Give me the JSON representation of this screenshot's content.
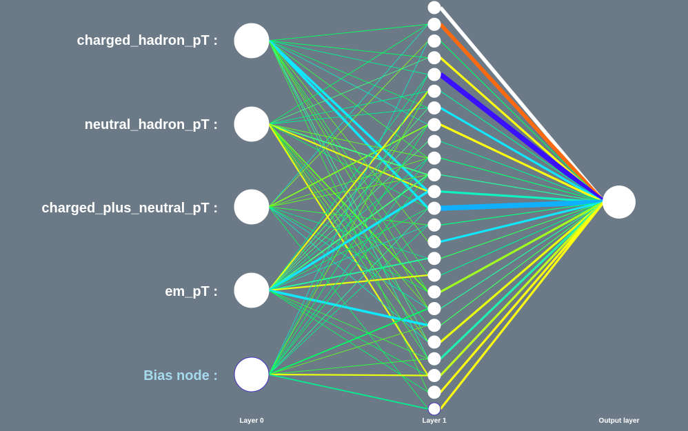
{
  "inputs": [
    {
      "label": "charged_hadron_pT :"
    },
    {
      "label": "neutral_hadron_pT :"
    },
    {
      "label": "charged_plus_neutral_pT :"
    },
    {
      "label": "em_pT :"
    },
    {
      "label": "Bias node :"
    }
  ],
  "layers": {
    "input": "Layer 0",
    "hidden": "Layer 1",
    "output": "Output layer"
  },
  "hidden_node_count": 25,
  "colors": {
    "background": "#6b7a86",
    "node": "#ffffff",
    "bias_label": "#a6d9ee",
    "label": "#ffffff"
  },
  "output_connections": [
    {
      "color": "#ffffff",
      "weight": "thick"
    },
    {
      "color": "#ff6a10",
      "weight": "thick"
    },
    {
      "color": "#00ff60",
      "weight": "thin"
    },
    {
      "color": "#ffff10",
      "weight": "medium"
    },
    {
      "color": "#3a10ff",
      "weight": "heavy"
    },
    {
      "color": "#00f0a0",
      "weight": "thin"
    },
    {
      "color": "#10e8ff",
      "weight": "medium"
    },
    {
      "color": "#ffff10",
      "weight": "medium"
    },
    {
      "color": "#00f090",
      "weight": "thin"
    },
    {
      "color": "#00ff70",
      "weight": "thin"
    },
    {
      "color": "#20ffa0",
      "weight": "thin"
    },
    {
      "color": "#10f0c0",
      "weight": "medium"
    },
    {
      "color": "#10b0ff",
      "weight": "heavy"
    },
    {
      "color": "#00ff80",
      "weight": "thin"
    },
    {
      "color": "#10e8ff",
      "weight": "medium"
    },
    {
      "color": "#30ff60",
      "weight": "thin"
    },
    {
      "color": "#00f090",
      "weight": "thin"
    },
    {
      "color": "#a0ff20",
      "weight": "medium"
    },
    {
      "color": "#20ffa0",
      "weight": "thin"
    },
    {
      "color": "#40ff60",
      "weight": "thin"
    },
    {
      "color": "#e8ff10",
      "weight": "medium"
    },
    {
      "color": "#20f0b0",
      "weight": "medium"
    },
    {
      "color": "#c0ff20",
      "weight": "medium"
    },
    {
      "color": "#ffff10",
      "weight": "medium"
    },
    {
      "color": "#ffff10",
      "weight": "medium"
    }
  ]
}
